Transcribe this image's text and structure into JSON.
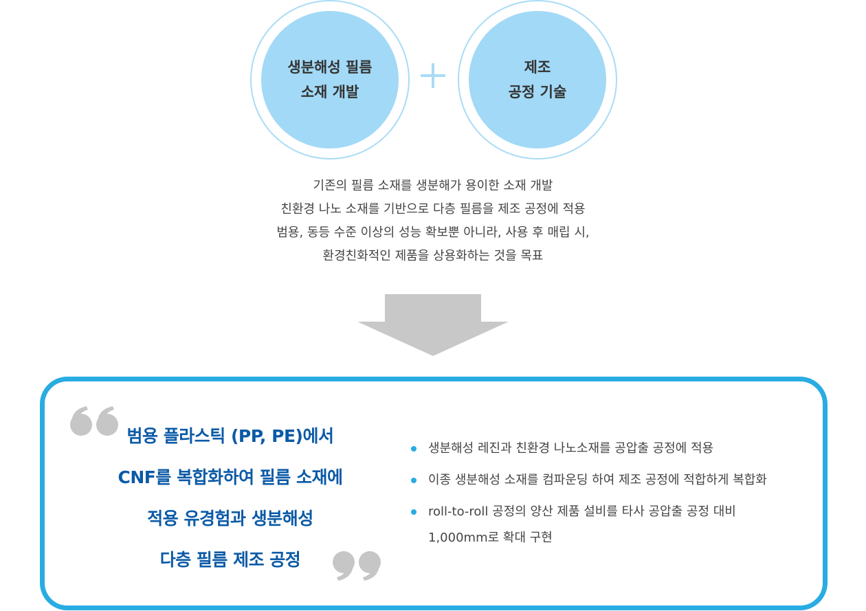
{
  "circles": [
    {
      "lines": [
        "생분해성 필름",
        "소재 개발"
      ]
    },
    {
      "lines": [
        "제조",
        "공정 기술"
      ]
    }
  ],
  "description": [
    "기존의 필름 소재를 생분해가 용이한 소재 개발",
    "친환경 나노 소재를 기반으로 다층 필름을 제조 공정에 적용",
    "범용, 동등 수준 이상의 성능 확보뿐 아니라, 사용 후 매립 시,",
    "환경친화적인 제품을 상용화하는 것을 목표"
  ],
  "headline": [
    "범용 플라스틱 (PP, PE)에서",
    "CNF를 복합화하여 필름 소재에",
    "적용 유경험과 생분해성",
    "다층 필름 제조 공정"
  ],
  "bullets": [
    {
      "line1": "생분해성 레진과 친환경 나노소재를 공압출 공정에 적용",
      "line2": ""
    },
    {
      "line1": "이종 생분해성 소재를 컴파운딩 하여 제조 공정에 적합하게 복합화",
      "line2": ""
    },
    {
      "line1": "roll-to-roll 공정의 양산 제품 설비를 타사 공압출 공정 대비",
      "line2": "1,000mm로 확대 구현"
    }
  ],
  "colors": {
    "circle_fill": "#a2d9f6",
    "circle_ring": "#a9dcf5",
    "box_border": "#29ace2",
    "headline": "#0b5aa6",
    "arrow": "#c8c8c8",
    "quote": "#c6c6c6"
  },
  "icons": {
    "plus": "plus-icon",
    "arrow": "arrow-down-icon",
    "open_quote": "open-quote-icon",
    "close_quote": "close-quote-icon"
  }
}
